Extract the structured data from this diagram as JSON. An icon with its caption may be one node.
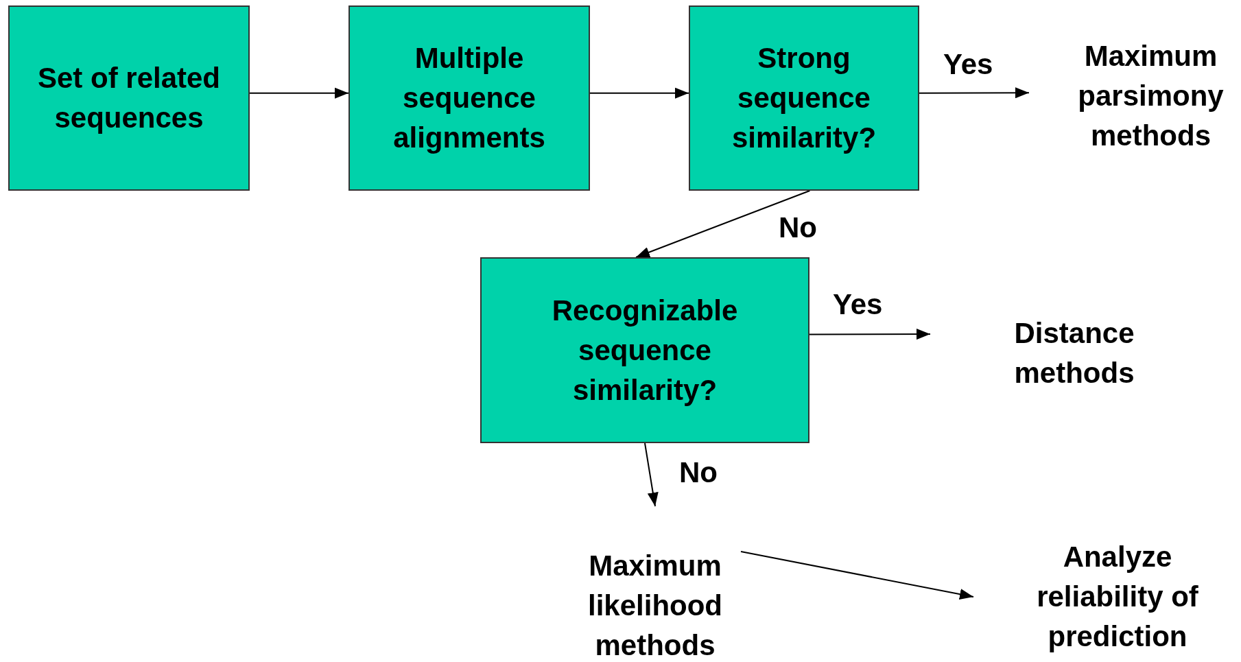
{
  "diagram": {
    "nodes": [
      {
        "text": [
          "Set of related sequences"
        ]
      },
      {
        "text": [
          "Multiple sequence alignments"
        ]
      },
      {
        "text": [
          "Strong sequence similarity?"
        ]
      },
      {
        "text": [
          "Maximum parsimony methods"
        ]
      },
      {
        "text": [
          "Recognizable sequence similarity?"
        ]
      },
      {
        "text": [
          "Distance methods"
        ]
      },
      {
        "text": [
          "Maximum likelihood methods"
        ]
      },
      {
        "text": [
          "Analyze reliability of prediction"
        ]
      }
    ],
    "edges": [
      {
        "from": 0,
        "to": 1,
        "arrow": "to"
      },
      {
        "from": 1,
        "to": 2,
        "arrow": "to"
      },
      {
        "from": 2,
        "to": 3,
        "arrow": "to",
        "label": "Yes"
      },
      {
        "from": 2,
        "to": 4,
        "arrow": "to",
        "label": "No"
      },
      {
        "from": 4,
        "to": 5,
        "arrow": "to",
        "label": "Yes"
      },
      {
        "from": 4,
        "to": 6,
        "arrow": "to",
        "label": "No"
      },
      {
        "from": 6,
        "to": 7,
        "arrow": "to"
      }
    ]
  }
}
